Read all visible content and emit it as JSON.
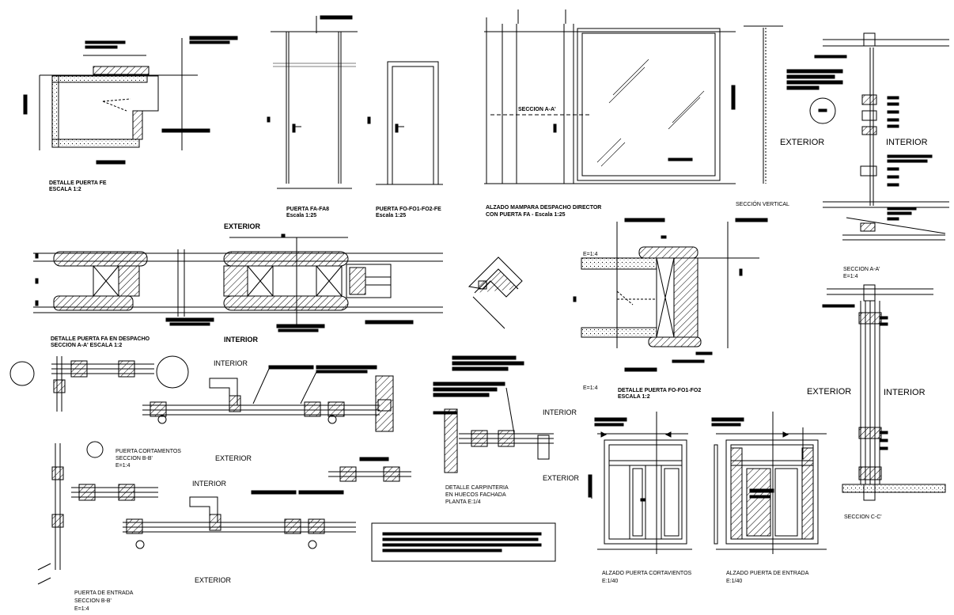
{
  "sheet": {
    "background": "#ffffff",
    "ink": "#000000",
    "hatch_color": "#000000"
  },
  "labels": {
    "detalle_puerta_fe": "DETALLE PUERTA FE",
    "escala_1_2_a": "ESCALA 1:2",
    "puerta_fa": "PUERTA FA-FA8",
    "escala_1_25_a": "Escala 1:25",
    "puerta_fo": "PUERTA FO-FO1-FO2-FE",
    "escala_1_25_b": "Escala 1:25",
    "alzado_mampara": "ALZADO MAMPARA DESPACHO DIRECTOR",
    "con_puerta_fa": "CON PUERTA FA - Escala 1:25",
    "seccion_aa_marker": "SECCION A-A'",
    "seccion_vertical": "SECCIÓN VERTICAL",
    "exterior_1": "EXTERIOR",
    "interior_1": "INTERIOR",
    "seccion_aa": "SECCION A-A'",
    "e_1_4_a": "E=1:4",
    "exterior_plan": "EXTERIOR",
    "interior_plan": "INTERIOR",
    "detalle_puerta_fa": "DETALLE PUERTA FA EN DESPACHO",
    "seccion_aa_escala": "SECCION A-A' ESCALA 1:2",
    "e_1_4_b": "E=1:4",
    "detalle_puerta_fo": "DETALLE PUERTA FO-FO1-FO2",
    "escala_1_2_b": "ESCALA 1:2",
    "interior_2": "INTERIOR",
    "exterior_2": "EXTERIOR",
    "puerta_cortavientos": "PUERTA CORTAMENTOS",
    "seccion_bb_1": "SECCION B-B'",
    "e_1_4_c": "E=1:4",
    "interior_3": "INTERIOR",
    "exterior_3": "EXTERIOR",
    "puerta_entrada": "PUERTA DE ENTRADA",
    "seccion_bb_2": "SECCION B-B'",
    "e_1_4_d": "E=1:4",
    "detalle_carpinteria_1": "DETALLE CARPINTERIA",
    "detalle_carpinteria_2": "EN HUECOS FACHADA",
    "detalle_carpinteria_3": "PLANTA E:1/4",
    "interior_4": "INTERIOR",
    "exterior_4": "EXTERIOR",
    "alzado_cortavientos": "ALZADO PUERTA CORTAVIENTOS",
    "e_1_40_a": "E:1/40",
    "alzado_entrada": "ALZADO PUERTA DE ENTRADA",
    "e_1_40_b": "E:1/40",
    "exterior_5": "EXTERIOR",
    "interior_5": "INTERIOR",
    "seccion_cc": "SECCION C-C'"
  }
}
